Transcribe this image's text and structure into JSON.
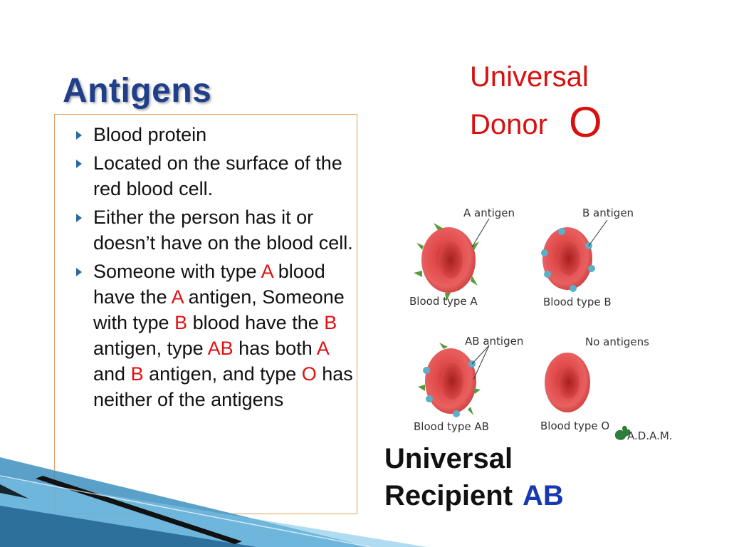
{
  "slide": {
    "title": "Antigens",
    "bullets": [
      {
        "segments": [
          {
            "text": "Blood protein",
            "red": false
          }
        ]
      },
      {
        "segments": [
          {
            "text": "Located on the surface of the red blood cell.",
            "red": false
          }
        ]
      },
      {
        "segments": [
          {
            "text": "Either the person has it or doesn’t have on the blood cell.",
            "red": false
          }
        ]
      },
      {
        "segments": [
          {
            "text": "Someone with type ",
            "red": false
          },
          {
            "text": "A",
            "red": true
          },
          {
            "text": " blood have the ",
            "red": false
          },
          {
            "text": "A",
            "red": true
          },
          {
            "text": " antigen, Someone with type ",
            "red": false
          },
          {
            "text": "B",
            "red": true
          },
          {
            "text": " blood have the ",
            "red": false
          },
          {
            "text": "B",
            "red": true
          },
          {
            "text": " antigen, type ",
            "red": false
          },
          {
            "text": "AB",
            "red": true
          },
          {
            "text": " has both ",
            "red": false
          },
          {
            "text": "A",
            "red": true
          },
          {
            "text": " and ",
            "red": false
          },
          {
            "text": "B",
            "red": true
          },
          {
            "text": " antigen, and type ",
            "red": false
          },
          {
            "text": "O",
            "red": true
          },
          {
            "text": " has neither of the antigens",
            "red": false
          }
        ]
      }
    ],
    "donor": {
      "line1": "Universal",
      "line2": "Donor",
      "type": "O"
    },
    "recipient": {
      "line1": "Universal",
      "line2": "Recipient",
      "type": "AB"
    },
    "diagram": {
      "label_a_antigen": "A antigen",
      "label_b_antigen": "B antigen",
      "label_ab_antigen": "AB antigen",
      "label_no_antigens": "No antigens",
      "caption_a": "Blood type A",
      "caption_b": "Blood type B",
      "caption_ab": "Blood type AB",
      "caption_o": "Blood type O",
      "logo_text": "A.D.A.M."
    },
    "colors": {
      "title": "#1f3f8a",
      "red": "#e01010",
      "blue": "#1838b0"
    }
  }
}
